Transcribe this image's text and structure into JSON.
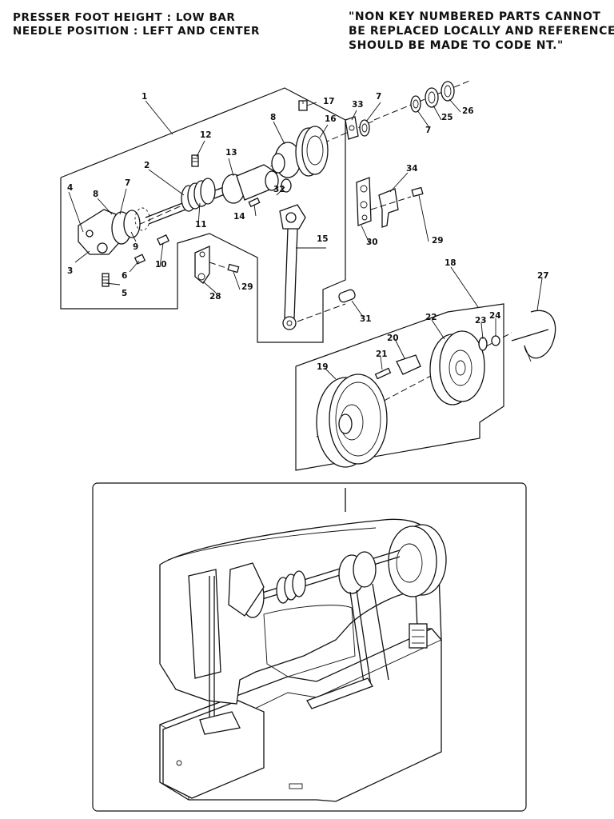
{
  "header": {
    "left_line1": "PRESSER FOOT HEIGHT : LOW BAR",
    "left_line2": "NEEDLE POSITION : LEFT AND CENTER",
    "right_line1": "\"NON KEY NUMBERED PARTS CANNOT",
    "right_line2": "BE REPLACED LOCALLY AND REFERENCE",
    "right_line3": "SHOULD BE MADE TO CODE NT.\""
  },
  "callouts": {
    "c1": "1",
    "c2": "2",
    "c3": "3",
    "c4": "4",
    "c5": "5",
    "c6": "6",
    "c7a": "7",
    "c7b": "7",
    "c7c": "7",
    "c8a": "8",
    "c8b": "8",
    "c9": "9",
    "c10": "10",
    "c11": "11",
    "c12": "12",
    "c13": "13",
    "c14": "14",
    "c15": "15",
    "c16": "16",
    "c17": "17",
    "c18": "18",
    "c19": "19",
    "c20": "20",
    "c21": "21",
    "c22": "22",
    "c23": "23",
    "c24": "24",
    "c25": "25",
    "c26": "26",
    "c27": "27",
    "c28": "28",
    "c29a": "29",
    "c29b": "29",
    "c30": "30",
    "c31": "31",
    "c32": "32",
    "c33": "33",
    "c34": "34"
  }
}
